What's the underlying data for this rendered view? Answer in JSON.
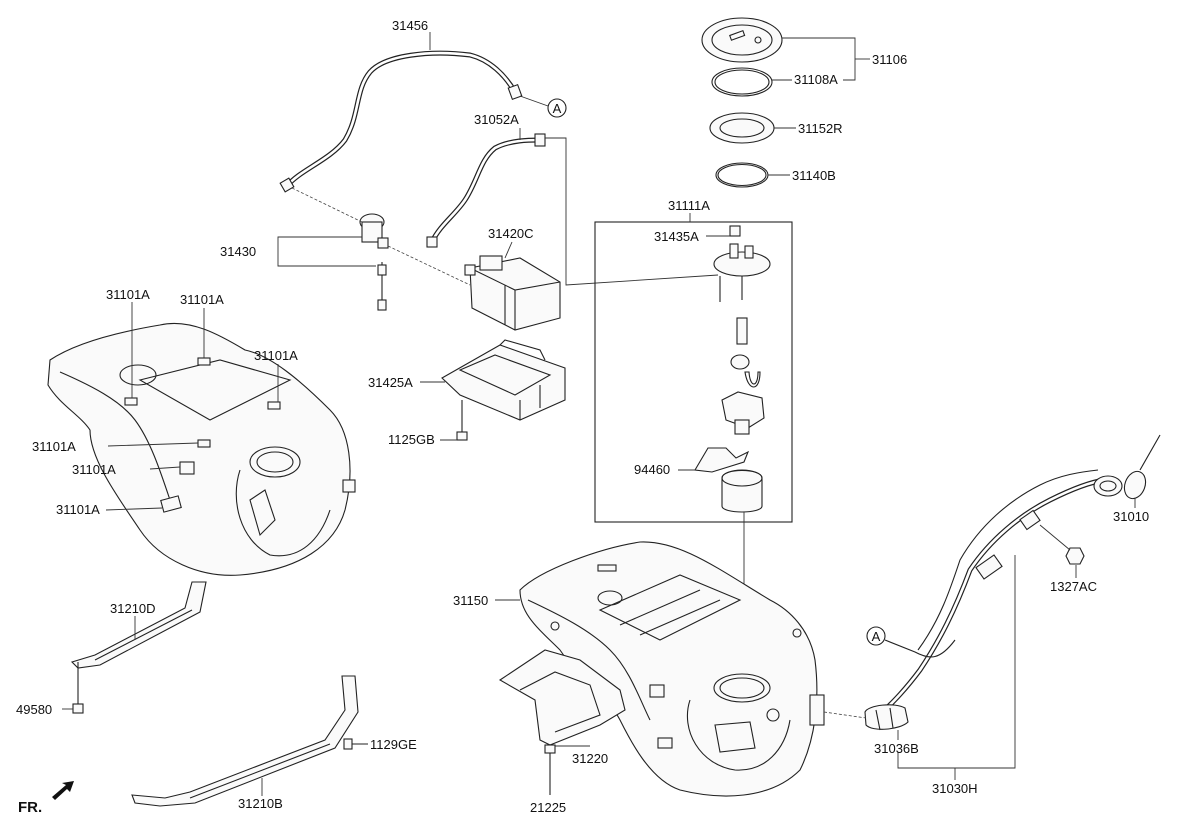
{
  "labels": {
    "p31456": "31456",
    "p31052A": "31052A",
    "p31420C": "31420C",
    "p31430": "31430",
    "p31425A": "31425A",
    "p1125GB": "1125GB",
    "p31101A_1": "31101A",
    "p31101A_2": "31101A",
    "p31101A_3": "31101A",
    "p31101A_4": "31101A",
    "p31101A_5": "31101A",
    "p31101A_6": "31101A",
    "p31106": "31106",
    "p31108A": "31108A",
    "p31152R": "31152R",
    "p31140B": "31140B",
    "p31111A": "31111A",
    "p31435A": "31435A",
    "p94460": "94460",
    "p31150": "31150",
    "p31220": "31220",
    "p21225": "21225",
    "p31210D": "31210D",
    "p49580": "49580",
    "p1129GE": "1129GE",
    "p31210B": "31210B",
    "p31010": "31010",
    "p1327AC": "1327AC",
    "p31036B": "31036B",
    "p31030H": "31030H",
    "markerA_top": "A",
    "markerA_right": "A",
    "front": "FR."
  }
}
